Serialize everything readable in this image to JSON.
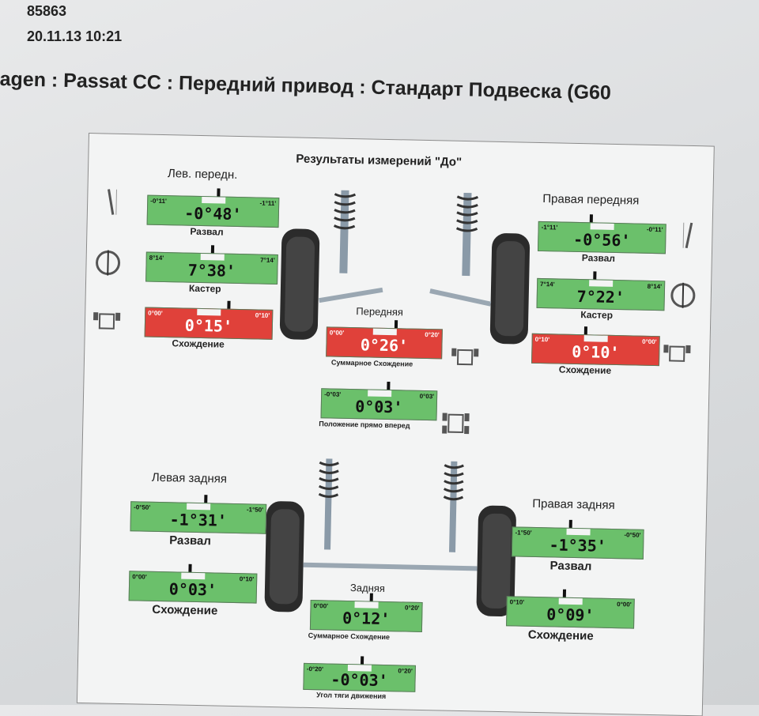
{
  "header": {
    "id": "85863",
    "datetime": "20.11.13 10:21",
    "vehicle": "agen : Passat CC : Передний привод : Стандарт Подвеска (G60"
  },
  "sheet": {
    "title": "Результаты измерений \"До\"",
    "front_label": "Передняя",
    "rear_label": "Задняя",
    "front_left": {
      "title": "Лев. передн.",
      "camber": {
        "label": "Развал",
        "value": "-0°48'",
        "min": "-0°11'",
        "max": "-1°11'"
      },
      "caster": {
        "label": "Кастер",
        "value": "7°38'",
        "min": "8°14'",
        "max": "7°14'"
      },
      "toe": {
        "label": "Схождение",
        "value": "0°15'",
        "min": "0°00'",
        "max": "0°10'"
      }
    },
    "front_right": {
      "title": "Правая передняя",
      "camber": {
        "label": "Развал",
        "value": "-0°56'",
        "min": "-1°11'",
        "max": "-0°11'"
      },
      "caster": {
        "label": "Кастер",
        "value": "7°22'",
        "min": "7°14'",
        "max": "8°14'"
      },
      "toe": {
        "label": "Схождение",
        "value": "0°10'",
        "min": "0°10'",
        "max": "0°00'"
      }
    },
    "front_total_toe": {
      "label": "Суммарное Схождение",
      "value": "0°26'",
      "min": "0°00'",
      "max": "0°20'"
    },
    "steering_straight": {
      "label": "Положение прямо вперед",
      "value": "0°03'",
      "min": "-0°03'",
      "max": "0°03'"
    },
    "rear_left": {
      "title": "Левая задняя",
      "camber": {
        "label": "Развал",
        "value": "-1°31'",
        "min": "-0°50'",
        "max": "-1°50'"
      },
      "toe": {
        "label": "Схождение",
        "value": "0°03'",
        "min": "0°00'",
        "max": "0°10'"
      }
    },
    "rear_right": {
      "title": "Правая задняя",
      "camber": {
        "label": "Развал",
        "value": "-1°35'",
        "min": "-1°50'",
        "max": "-0°50'"
      },
      "toe": {
        "label": "Схождение",
        "value": "0°09'",
        "min": "0°10'",
        "max": "0°00'"
      }
    },
    "rear_total_toe": {
      "label": "Суммарное Схождение",
      "value": "0°12'",
      "min": "0°00'",
      "max": "0°20'"
    },
    "thrust_angle": {
      "label": "Угол тяги движения",
      "value": "-0°03'",
      "min": "-0°20'",
      "max": "0°20'"
    }
  },
  "colors": {
    "in_range": "#6bc06b",
    "out_of_range": "#e0413a"
  }
}
